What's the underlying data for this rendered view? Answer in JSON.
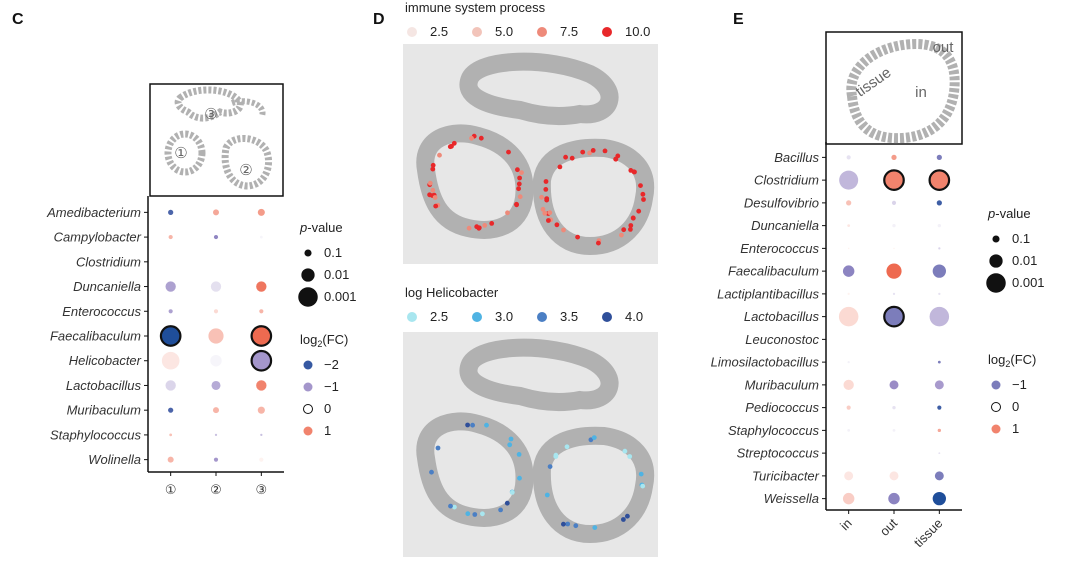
{
  "panels": {
    "c": {
      "label": "C",
      "chart_data": {
        "type": "scatter",
        "subtype": "dot-matrix",
        "x_categories": [
          "①",
          "②",
          "③"
        ],
        "y_categories": [
          "Amedibacterium",
          "Campylobacter",
          "Clostridium",
          "Duncaniella",
          "Enterococcus",
          "Faecalibaculum",
          "Helicobacter",
          "Lactobacillus",
          "Muribaculum",
          "Staphylococcus",
          "Wolinella"
        ],
        "inset_labels": [
          "①",
          "②",
          "③"
        ],
        "points": [
          {
            "x": "①",
            "y": "Amedibacterium",
            "log2fc": -1.8,
            "p": 0.2,
            "significant": false
          },
          {
            "x": "②",
            "y": "Amedibacterium",
            "log2fc": 0.7,
            "p": 0.15,
            "significant": false
          },
          {
            "x": "③",
            "y": "Amedibacterium",
            "log2fc": 0.8,
            "p": 0.1,
            "significant": false
          },
          {
            "x": "①",
            "y": "Campylobacter",
            "log2fc": 0.6,
            "p": 0.3,
            "significant": false
          },
          {
            "x": "②",
            "y": "Campylobacter",
            "log2fc": -1.2,
            "p": 0.3,
            "significant": false
          },
          {
            "x": "③",
            "y": "Campylobacter",
            "log2fc": -0.1,
            "p": 0.5,
            "significant": false
          },
          {
            "x": "①",
            "y": "Duncaniella",
            "log2fc": -0.9,
            "p": 0.03,
            "significant": false
          },
          {
            "x": "②",
            "y": "Duncaniella",
            "log2fc": -0.3,
            "p": 0.03,
            "significant": false
          },
          {
            "x": "③",
            "y": "Duncaniella",
            "log2fc": 1.1,
            "p": 0.03,
            "significant": false
          },
          {
            "x": "①",
            "y": "Enterococcus",
            "log2fc": -0.9,
            "p": 0.3,
            "significant": false
          },
          {
            "x": "②",
            "y": "Enterococcus",
            "log2fc": 0.3,
            "p": 0.3,
            "significant": false
          },
          {
            "x": "③",
            "y": "Enterococcus",
            "log2fc": 0.6,
            "p": 0.3,
            "significant": false
          },
          {
            "x": "①",
            "y": "Faecalibaculum",
            "log2fc": -2.3,
            "p": 0.001,
            "significant": true
          },
          {
            "x": "②",
            "y": "Faecalibaculum",
            "log2fc": 0.5,
            "p": 0.005,
            "significant": false
          },
          {
            "x": "③",
            "y": "Faecalibaculum",
            "log2fc": 1.2,
            "p": 0.001,
            "significant": true
          },
          {
            "x": "①",
            "y": "Helicobacter",
            "log2fc": 0.2,
            "p": 0.002,
            "significant": false
          },
          {
            "x": "②",
            "y": "Helicobacter",
            "log2fc": -0.1,
            "p": 0.02,
            "significant": false
          },
          {
            "x": "③",
            "y": "Helicobacter",
            "log2fc": -1.0,
            "p": 0.001,
            "significant": true
          },
          {
            "x": "①",
            "y": "Lactobacillus",
            "log2fc": -0.4,
            "p": 0.03,
            "significant": false
          },
          {
            "x": "②",
            "y": "Lactobacillus",
            "log2fc": -0.8,
            "p": 0.05,
            "significant": false
          },
          {
            "x": "③",
            "y": "Lactobacillus",
            "log2fc": 1.0,
            "p": 0.03,
            "significant": false
          },
          {
            "x": "①",
            "y": "Muribaculum",
            "log2fc": -1.8,
            "p": 0.2,
            "significant": false
          },
          {
            "x": "②",
            "y": "Muribaculum",
            "log2fc": 0.6,
            "p": 0.15,
            "significant": false
          },
          {
            "x": "③",
            "y": "Muribaculum",
            "log2fc": 0.6,
            "p": 0.1,
            "significant": false
          },
          {
            "x": "①",
            "y": "Staphylococcus",
            "log2fc": 0.5,
            "p": 0.5,
            "significant": false
          },
          {
            "x": "②",
            "y": "Staphylococcus",
            "log2fc": -0.6,
            "p": 0.6,
            "significant": false
          },
          {
            "x": "③",
            "y": "Staphylococcus",
            "log2fc": -0.6,
            "p": 0.6,
            "significant": false
          },
          {
            "x": "①",
            "y": "Wolinella",
            "log2fc": 0.6,
            "p": 0.15,
            "significant": false
          },
          {
            "x": "②",
            "y": "Wolinella",
            "log2fc": -1.0,
            "p": 0.3,
            "significant": false
          },
          {
            "x": "③",
            "y": "Wolinella",
            "log2fc": 0.1,
            "p": 0.3,
            "significant": false
          }
        ],
        "legend_p": {
          "title_italic": "p",
          "title_rest": "-value",
          "labels": [
            "0.1",
            "0.01",
            "0.001"
          ],
          "values": [
            0.1,
            0.01,
            0.001
          ]
        },
        "legend_fc": {
          "title_prefix": "log",
          "title_sub": "2",
          "title_suffix": "(FC)",
          "labels": [
            "−2",
            "−1",
            "0",
            "1"
          ],
          "values": [
            -2,
            -1,
            0,
            1
          ]
        }
      }
    },
    "d": {
      "label": "D",
      "top_map": {
        "legend_title": "immune system process",
        "legend_labels": [
          "2.5",
          "5.0",
          "7.5",
          "10.0"
        ],
        "legend_values": [
          2.5,
          5.0,
          7.5,
          10.0
        ],
        "legend_colors": [
          "#f5e6e3",
          "#f2c4ba",
          "#ee8a7a",
          "#e8282a"
        ]
      },
      "bottom_map": {
        "legend_title": "log Helicobacter",
        "legend_labels": [
          "2.5",
          "3.0",
          "3.5",
          "4.0"
        ],
        "legend_values": [
          2.5,
          3.0,
          3.5,
          4.0
        ],
        "legend_colors": [
          "#a8e6ef",
          "#4fb3e3",
          "#4b7fc4",
          "#2f4f9a"
        ]
      }
    },
    "e": {
      "label": "E",
      "inset_labels": [
        "tissue",
        "out",
        "in"
      ],
      "chart_data": {
        "type": "scatter",
        "subtype": "dot-matrix",
        "x_categories": [
          "in",
          "out",
          "tissue"
        ],
        "y_categories": [
          "Bacillus",
          "Clostridium",
          "Desulfovibrio",
          "Duncaniella",
          "Enterococcus",
          "Faecalibaculum",
          "Lactiplantibacillus",
          "Lactobacillus",
          "Leuconostoc",
          "Limosilactobacillus",
          "Muribaculum",
          "Pediococcus",
          "Staphylococcus",
          "Streptococcus",
          "Turicibacter",
          "Weissella"
        ],
        "points": [
          {
            "x": "in",
            "y": "Bacillus",
            "log2fc": -0.2,
            "p": 0.3,
            "significant": false
          },
          {
            "x": "out",
            "y": "Bacillus",
            "log2fc": 0.8,
            "p": 0.2,
            "significant": false
          },
          {
            "x": "tissue",
            "y": "Bacillus",
            "log2fc": -1.0,
            "p": 0.2,
            "significant": false
          },
          {
            "x": "in",
            "y": "Clostridium",
            "log2fc": -0.5,
            "p": 0.0012,
            "significant": false
          },
          {
            "x": "out",
            "y": "Clostridium",
            "log2fc": 1.0,
            "p": 0.001,
            "significant": true
          },
          {
            "x": "tissue",
            "y": "Clostridium",
            "log2fc": 1.0,
            "p": 0.001,
            "significant": true
          },
          {
            "x": "in",
            "y": "Desulfovibrio",
            "log2fc": 0.5,
            "p": 0.2,
            "significant": false
          },
          {
            "x": "out",
            "y": "Desulfovibrio",
            "log2fc": -0.3,
            "p": 0.3,
            "significant": false
          },
          {
            "x": "tissue",
            "y": "Desulfovibrio",
            "log2fc": -1.4,
            "p": 0.2,
            "significant": false
          },
          {
            "x": "in",
            "y": "Duncaniella",
            "log2fc": 0.2,
            "p": 0.5,
            "significant": false
          },
          {
            "x": "out",
            "y": "Duncaniella",
            "log2fc": -0.1,
            "p": 0.4,
            "significant": false
          },
          {
            "x": "tissue",
            "y": "Duncaniella",
            "log2fc": -0.1,
            "p": 0.4,
            "significant": false
          },
          {
            "x": "in",
            "y": "Enterococcus",
            "log2fc": 0.1,
            "p": 0.8,
            "significant": false
          },
          {
            "x": "out",
            "y": "Enterococcus",
            "log2fc": 0.1,
            "p": 0.8,
            "significant": false
          },
          {
            "x": "tissue",
            "y": "Enterococcus",
            "log2fc": -0.3,
            "p": 0.6,
            "significant": false
          },
          {
            "x": "in",
            "y": "Faecalibaculum",
            "log2fc": -0.9,
            "p": 0.02,
            "significant": false
          },
          {
            "x": "out",
            "y": "Faecalibaculum",
            "log2fc": 1.4,
            "p": 0.005,
            "significant": false
          },
          {
            "x": "tissue",
            "y": "Faecalibaculum",
            "log2fc": -1.0,
            "p": 0.01,
            "significant": false
          },
          {
            "x": "in",
            "y": "Lactiplantibacillus",
            "log2fc": 0.1,
            "p": 0.6,
            "significant": false
          },
          {
            "x": "out",
            "y": "Lactiplantibacillus",
            "log2fc": -0.2,
            "p": 0.6,
            "significant": false
          },
          {
            "x": "tissue",
            "y": "Lactiplantibacillus",
            "log2fc": -0.2,
            "p": 0.6,
            "significant": false
          },
          {
            "x": "in",
            "y": "Lactobacillus",
            "log2fc": 0.3,
            "p": 0.001,
            "significant": false
          },
          {
            "x": "out",
            "y": "Lactobacillus",
            "log2fc": -1.0,
            "p": 0.001,
            "significant": true
          },
          {
            "x": "tissue",
            "y": "Lactobacillus",
            "log2fc": -0.5,
            "p": 0.001,
            "significant": false
          },
          {
            "x": "in",
            "y": "Leuconostoc",
            "log2fc": 0.0,
            "p": 0.9,
            "significant": false
          },
          {
            "x": "out",
            "y": "Leuconostoc",
            "log2fc": 0.0,
            "p": 0.9,
            "significant": false
          },
          {
            "x": "tissue",
            "y": "Leuconostoc",
            "log2fc": 0.0,
            "p": 0.9,
            "significant": false
          },
          {
            "x": "in",
            "y": "Limosilactobacillus",
            "log2fc": -0.1,
            "p": 0.6,
            "significant": false
          },
          {
            "x": "out",
            "y": "Limosilactobacillus",
            "log2fc": 0.0,
            "p": 0.9,
            "significant": false
          },
          {
            "x": "tissue",
            "y": "Limosilactobacillus",
            "log2fc": -1.0,
            "p": 0.5,
            "significant": false
          },
          {
            "x": "in",
            "y": "Muribaculum",
            "log2fc": 0.3,
            "p": 0.03,
            "significant": false
          },
          {
            "x": "out",
            "y": "Muribaculum",
            "log2fc": -0.8,
            "p": 0.05,
            "significant": false
          },
          {
            "x": "tissue",
            "y": "Muribaculum",
            "log2fc": -0.7,
            "p": 0.05,
            "significant": false
          },
          {
            "x": "in",
            "y": "Pediococcus",
            "log2fc": 0.4,
            "p": 0.3,
            "significant": false
          },
          {
            "x": "out",
            "y": "Pediococcus",
            "log2fc": -0.2,
            "p": 0.4,
            "significant": false
          },
          {
            "x": "tissue",
            "y": "Pediococcus",
            "log2fc": -1.4,
            "p": 0.3,
            "significant": false
          },
          {
            "x": "in",
            "y": "Staphylococcus",
            "log2fc": -0.1,
            "p": 0.5,
            "significant": false
          },
          {
            "x": "out",
            "y": "Staphylococcus",
            "log2fc": -0.1,
            "p": 0.5,
            "significant": false
          },
          {
            "x": "tissue",
            "y": "Staphylococcus",
            "log2fc": 0.7,
            "p": 0.4,
            "significant": false
          },
          {
            "x": "in",
            "y": "Streptococcus",
            "log2fc": 0.0,
            "p": 0.9,
            "significant": false
          },
          {
            "x": "out",
            "y": "Streptococcus",
            "log2fc": 0.0,
            "p": 0.9,
            "significant": false
          },
          {
            "x": "tissue",
            "y": "Streptococcus",
            "log2fc": -0.2,
            "p": 0.7,
            "significant": false
          },
          {
            "x": "in",
            "y": "Turicibacter",
            "log2fc": 0.2,
            "p": 0.05,
            "significant": false
          },
          {
            "x": "out",
            "y": "Turicibacter",
            "log2fc": 0.2,
            "p": 0.05,
            "significant": false
          },
          {
            "x": "tissue",
            "y": "Turicibacter",
            "log2fc": -1.0,
            "p": 0.05,
            "significant": false
          },
          {
            "x": "in",
            "y": "Weissella",
            "log2fc": 0.4,
            "p": 0.02,
            "significant": false
          },
          {
            "x": "out",
            "y": "Weissella",
            "log2fc": -0.9,
            "p": 0.02,
            "significant": false
          },
          {
            "x": "tissue",
            "y": "Weissella",
            "log2fc": -1.6,
            "p": 0.01,
            "significant": false
          }
        ],
        "legend_p": {
          "title_italic": "p",
          "title_rest": "-value",
          "labels": [
            "0.1",
            "0.01",
            "0.001"
          ],
          "values": [
            0.1,
            0.01,
            0.001
          ]
        },
        "legend_fc": {
          "title_prefix": "log",
          "title_sub": "2",
          "title_suffix": "(FC)",
          "labels": [
            "−1",
            "0",
            "1"
          ],
          "values": [
            -1,
            0,
            1
          ]
        }
      }
    }
  },
  "colors": {
    "negative": "#1f4e9a",
    "negative_light": "#9b8cc6",
    "neutral": "#ffffff",
    "positive": "#ee6a50",
    "spot_grey": "#b1b1b1",
    "map_bg": "#e7e7e7"
  }
}
